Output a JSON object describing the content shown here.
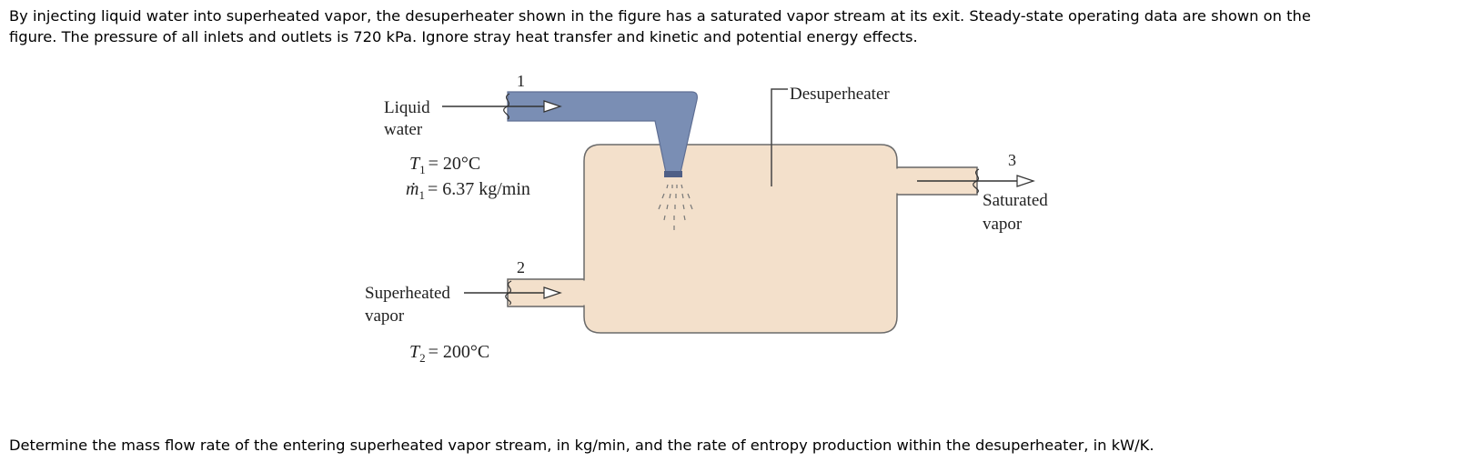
{
  "problem": {
    "statement_line1": "By injecting liquid water into superheated vapor, the desuperheater shown in the figure has a saturated vapor stream at its exit. Steady-state operating data are shown on the",
    "statement_line2": "figure.  The pressure of all inlets and outlets is 720 kPa.  Ignore stray heat transfer and kinetic and potential energy effects.",
    "question": "Determine the mass flow rate of the entering superheated vapor stream, in kg/min, and the rate of entropy production within the desuperheater, in kW/K."
  },
  "figure": {
    "device_label": "Desuperheater",
    "inlet1": {
      "number": "1",
      "label_line1": "Liquid",
      "label_line2": "water",
      "temperature_text": "= 20°C",
      "massflow_text": "= 6.37 kg/min"
    },
    "inlet2": {
      "number": "2",
      "label_line1": "Superheated",
      "label_line2": "vapor",
      "temperature_text": "= 200°C"
    },
    "outlet3": {
      "number": "3",
      "label_line1": "Saturated",
      "label_line2": "vapor"
    },
    "colors": {
      "tank_fill": "#f3e0cb",
      "pipe_fill": "#7a8eb4",
      "outline": "#555555"
    }
  }
}
